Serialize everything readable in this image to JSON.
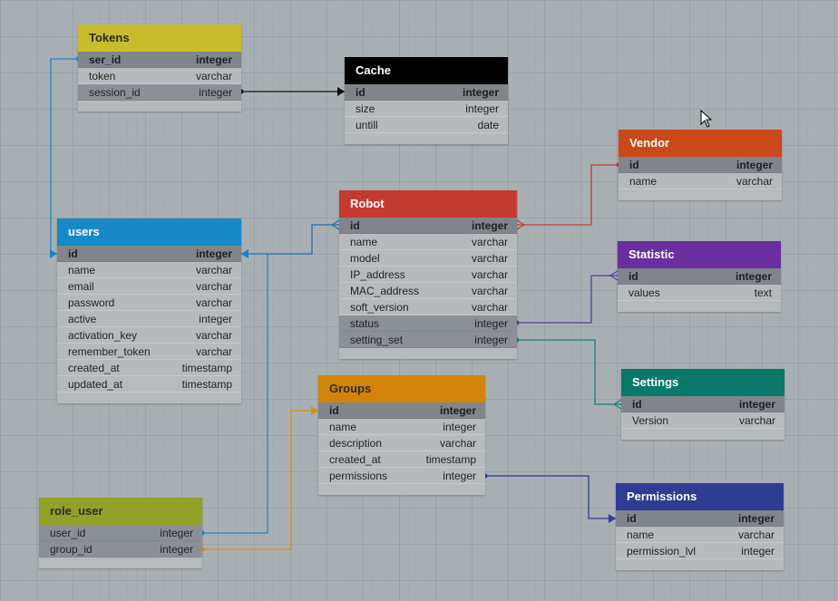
{
  "tables": [
    {
      "name": "Tokens",
      "color": "#c9bc2c",
      "text_color": "#2a2a2a",
      "rows": [
        {
          "name": "ser_id",
          "type": "integer",
          "style": "key"
        },
        {
          "name": "token",
          "type": "varchar",
          "style": "plain"
        },
        {
          "name": "session_id",
          "type": "integer",
          "style": "shade"
        }
      ]
    },
    {
      "name": "Cache",
      "color": "#000000",
      "text_color": "#ffffff",
      "rows": [
        {
          "name": "id",
          "type": "integer",
          "style": "key"
        },
        {
          "name": "size",
          "type": "integer",
          "style": "plain"
        },
        {
          "name": "untill",
          "type": "date",
          "style": "plain"
        }
      ]
    },
    {
      "name": "Vendor",
      "color": "#c9491b",
      "text_color": "#ffffff",
      "rows": [
        {
          "name": "id",
          "type": "integer",
          "style": "key"
        },
        {
          "name": "name",
          "type": "varchar",
          "style": "plain"
        }
      ]
    },
    {
      "name": "Robot",
      "color": "#c33a2e",
      "text_color": "#ffffff",
      "rows": [
        {
          "name": "id",
          "type": "integer",
          "style": "key"
        },
        {
          "name": "name",
          "type": "varchar",
          "style": "plain"
        },
        {
          "name": "model",
          "type": "varchar",
          "style": "plain"
        },
        {
          "name": "IP_address",
          "type": "varchar",
          "style": "plain"
        },
        {
          "name": "MAC_address",
          "type": "varchar",
          "style": "plain"
        },
        {
          "name": "soft_version",
          "type": "varchar",
          "style": "plain"
        },
        {
          "name": "status",
          "type": "integer",
          "style": "shade"
        },
        {
          "name": "setting_set",
          "type": "integer",
          "style": "shade"
        }
      ]
    },
    {
      "name": "users",
      "color": "#1789c6",
      "text_color": "#ffffff",
      "rows": [
        {
          "name": "id",
          "type": "integer",
          "style": "key"
        },
        {
          "name": "name",
          "type": "varchar",
          "style": "plain"
        },
        {
          "name": "email",
          "type": "varchar",
          "style": "plain"
        },
        {
          "name": "password",
          "type": "varchar",
          "style": "plain"
        },
        {
          "name": "active",
          "type": "integer",
          "style": "plain"
        },
        {
          "name": "activation_key",
          "type": "varchar",
          "style": "plain"
        },
        {
          "name": "remember_token",
          "type": "varchar",
          "style": "plain"
        },
        {
          "name": "created_at",
          "type": "timestamp",
          "style": "plain"
        },
        {
          "name": "updated_at",
          "type": "timestamp",
          "style": "plain"
        }
      ]
    },
    {
      "name": "Statistic",
      "color": "#6a2e9e",
      "text_color": "#ffffff",
      "rows": [
        {
          "name": "id",
          "type": "integer",
          "style": "key"
        },
        {
          "name": "values",
          "type": "text",
          "style": "plain"
        }
      ]
    },
    {
      "name": "Settings",
      "color": "#08786b",
      "text_color": "#ffffff",
      "rows": [
        {
          "name": "id",
          "type": "integer",
          "style": "key"
        },
        {
          "name": "Version",
          "type": "varchar",
          "style": "plain"
        }
      ]
    },
    {
      "name": "Groups",
      "color": "#d18409",
      "text_color": "#2a2a2a",
      "rows": [
        {
          "name": "id",
          "type": "integer",
          "style": "key"
        },
        {
          "name": "name",
          "type": "integer",
          "style": "plain"
        },
        {
          "name": "description",
          "type": "varchar",
          "style": "plain"
        },
        {
          "name": "created_at",
          "type": "timestamp",
          "style": "plain"
        },
        {
          "name": "permissions",
          "type": "integer",
          "style": "plain"
        }
      ]
    },
    {
      "name": "Permissions",
      "color": "#2e3c93",
      "text_color": "#ffffff",
      "rows": [
        {
          "name": "id",
          "type": "integer",
          "style": "key"
        },
        {
          "name": "name",
          "type": "varchar",
          "style": "plain"
        },
        {
          "name": "permission_lvl",
          "type": "integer",
          "style": "plain"
        }
      ]
    },
    {
      "name": "role_user",
      "color": "#93a028",
      "text_color": "#2a2a2a",
      "rows": [
        {
          "name": "user_id",
          "type": "integer",
          "style": "shade"
        },
        {
          "name": "group_id",
          "type": "integer",
          "style": "shade"
        }
      ]
    }
  ],
  "relations": [
    {
      "from": "Tokens.ser_id",
      "to": "users.id",
      "color": "#1a86c4"
    },
    {
      "from": "Tokens.session_id",
      "to": "Cache.id",
      "color": "#111111"
    },
    {
      "from": "Robot.id",
      "to": "Vendor.id",
      "color": "#c73a34"
    },
    {
      "from": "Robot.id",
      "to": "users.id",
      "color": "#1d6fa8"
    },
    {
      "from": "Robot.status",
      "to": "Statistic.id",
      "color": "#5b3a9e"
    },
    {
      "from": "Robot.setting_set",
      "to": "Settings.id",
      "color": "#11837a"
    },
    {
      "from": "role_user.user_id",
      "to": "users.id",
      "color": "#1a86c4"
    },
    {
      "from": "role_user.group_id",
      "to": "Groups.id",
      "color": "#d8900f"
    },
    {
      "from": "Groups.permissions",
      "to": "Permissions.id",
      "color": "#2e3c93"
    }
  ]
}
